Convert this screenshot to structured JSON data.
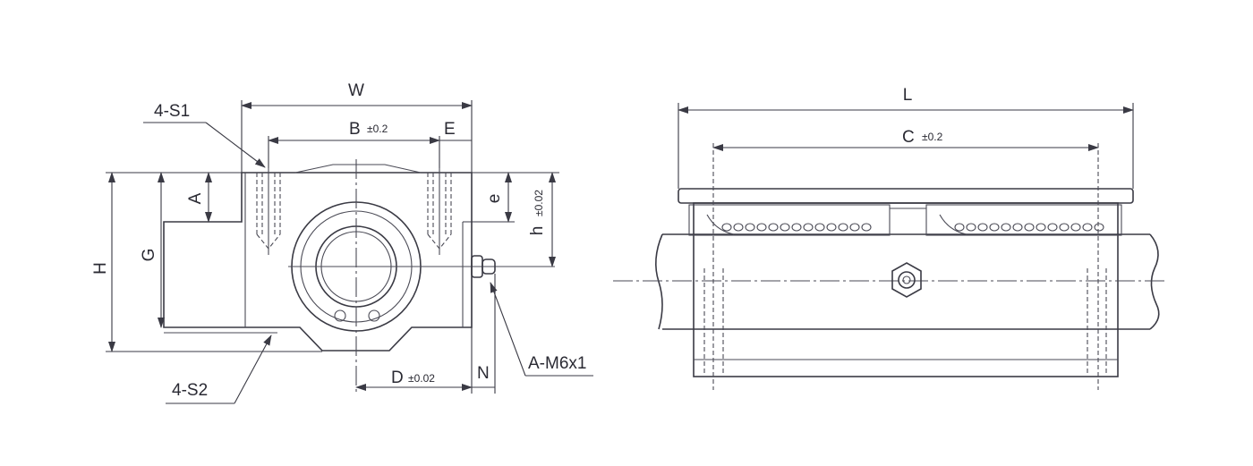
{
  "labels": {
    "W": "W",
    "B": "B",
    "B_tol": "±0.2",
    "E": "E",
    "S1": "4-S1",
    "A": "A",
    "e": "e",
    "h": "h",
    "h_tol": "±0.02",
    "H": "H",
    "G": "G",
    "S2": "4-S2",
    "D": "D",
    "D_tol": "±0.02",
    "N": "N",
    "thread": "A-M6x1",
    "L": "L",
    "C": "C",
    "C_tol": "±0.2"
  }
}
